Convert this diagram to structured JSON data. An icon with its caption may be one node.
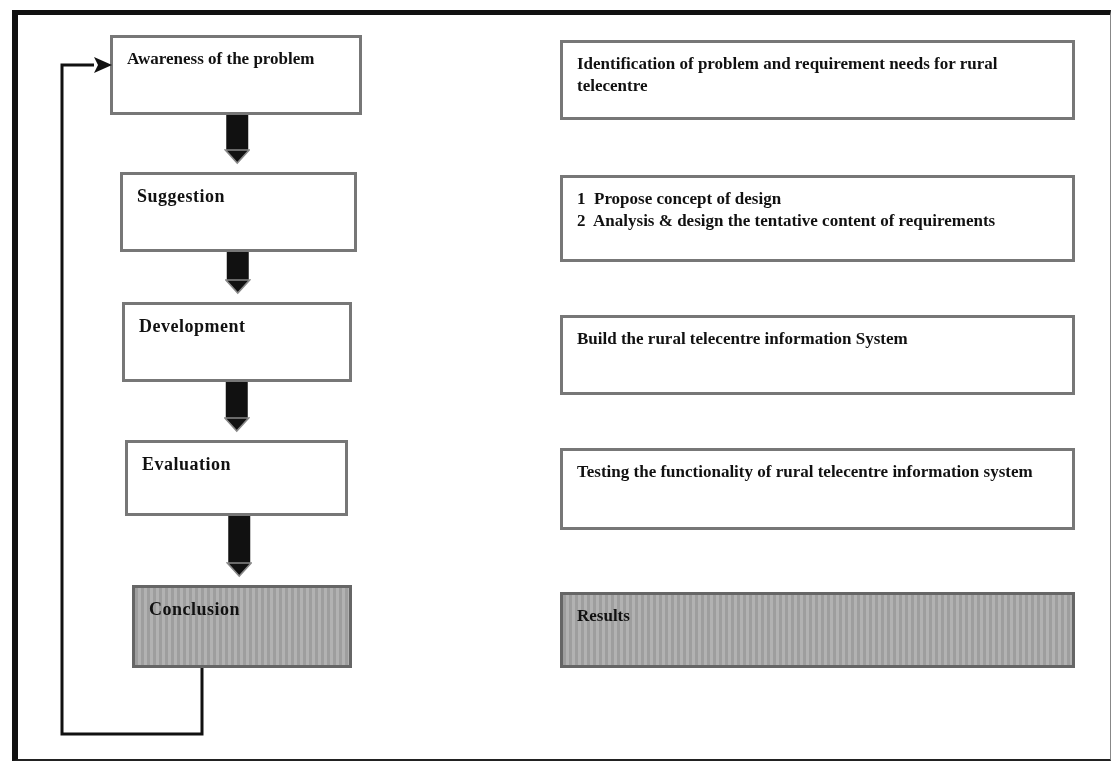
{
  "diagram": {
    "nodes": [
      {
        "text": [
          "Awareness of the problem"
        ]
      },
      {
        "text": [
          "Identification of problem and requirement needs for rural telecentre"
        ]
      },
      {
        "text": [
          "Suggestion"
        ]
      },
      {
        "text": [
          "1  Propose concept of design",
          "2  Analysis & design the tentative content of requirements"
        ]
      },
      {
        "text": [
          "Development"
        ]
      },
      {
        "text": [
          "Build the rural telecentre information System"
        ]
      },
      {
        "text": [
          "Evaluation"
        ]
      },
      {
        "text": [
          "Testing the functionality of rural telecentre information system"
        ]
      },
      {
        "text": [
          "Conclusion"
        ]
      },
      {
        "text": [
          "Results"
        ]
      }
    ],
    "edges": [
      {
        "from": 0,
        "to": 2,
        "arrow": "to"
      },
      {
        "from": 2,
        "to": 4,
        "arrow": "to"
      },
      {
        "from": 4,
        "to": 6,
        "arrow": "to"
      },
      {
        "from": 6,
        "to": 8,
        "arrow": "to"
      },
      {
        "from": 8,
        "to": 0,
        "arrow": "to"
      }
    ]
  }
}
